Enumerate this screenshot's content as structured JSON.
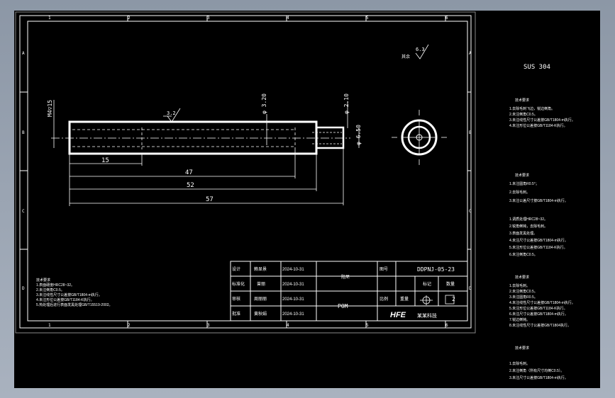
{
  "frame": {
    "col_labels_top": [
      "1",
      "2",
      "3",
      "4",
      "5",
      "6"
    ],
    "col_labels_bottom": [
      "1",
      "2",
      "3",
      "4",
      "5",
      "6"
    ],
    "row_labels": [
      "A",
      "B",
      "C",
      "D"
    ]
  },
  "drawing": {
    "roughness_main": "6.3",
    "roughness_main_prefix": "其余",
    "roughness_part": "3.2",
    "thread_label": "M4▽15",
    "dia_inner": "φ 3.20",
    "dia_small": "φ 2.10",
    "dia_step": "φ 6.50",
    "dims": [
      "15",
      "47",
      "52",
      "57"
    ]
  },
  "right_notes": {
    "material": "SUS 304",
    "block1_title": "技术要求",
    "block1_lines": [
      "1.去除毛刺飞边，锐边倒角。",
      "2.未注倒角C0.5。",
      "3.未注线性尺寸公差按GB/T1804-m执行。",
      "4.未注形位公差按GB/T1184-K执行。"
    ],
    "block2_title": "技术要求",
    "block2_lines": [
      "1.未注圆角R0.5°；",
      "2.去除毛刺。",
      "3.未注公差尺寸按GB/T1804-m执行。"
    ],
    "block3_lines": [
      "1.调质处理HRC28~32。",
      "2.锐角倒钝，去除毛刺。",
      "3.表面发黑处理。",
      "4.未注尺寸公差按GB/T1804-m执行。",
      "5.未注形位公差按GB/T1184-K执行。",
      "6.未注倒角C0.5。"
    ],
    "block4_title": "技术要求",
    "block4_lines": [
      "1.去除毛刺。",
      "2.未注倒角C0.5。",
      "3.未注圆角R0.5。",
      "4.未注线性尺寸公差按GB/T1804-m执行。",
      "5.未注形位公差按GB/T1184-K执行。",
      "6.未注尺寸公差按GB/T1804-m执行。",
      "7.锐边倒钝。",
      "8.未注线性尺寸公差按GB/T1804执行。"
    ],
    "block5_title": "技术要求",
    "block5_lines": [
      "1.去除毛刺。",
      "2.未注倒角（所有尺寸均倒C0.5）。",
      "3.未注尺寸公差按GB/T1804-m执行。"
    ]
  },
  "left_notes": {
    "title": "技术要求",
    "lines": [
      "1.表面硬度HRC28~32。",
      "2.未注倒角C0.5。",
      "3.未注线性尺寸公差按GB/T1804-m执行。",
      "4.未注形位公差按GB/T1184-K执行。",
      "5.热处理后进行表面发黑处理GB/T15519-2002。"
    ]
  },
  "title_block": {
    "r1": [
      "设计",
      "赖显景",
      "2024-10-31"
    ],
    "r2": [
      "标准化",
      "曾丽",
      "2024-10-31"
    ],
    "r3": [
      "审核",
      "周丽丽",
      "2024-10-31"
    ],
    "r4": [
      "批准",
      "黄秋娟",
      "2024-10-31"
    ],
    "part_name": "阻尼",
    "material_code": "POM",
    "drawing_no_label": "图号",
    "drawing_no": "DDPNJ-05-23",
    "scale_label": "比例",
    "weight_label": "重量",
    "mark_label": "标记",
    "qty_label": "数量",
    "qty": "2",
    "company_logo": "HFE",
    "company_name": "某某科技"
  }
}
